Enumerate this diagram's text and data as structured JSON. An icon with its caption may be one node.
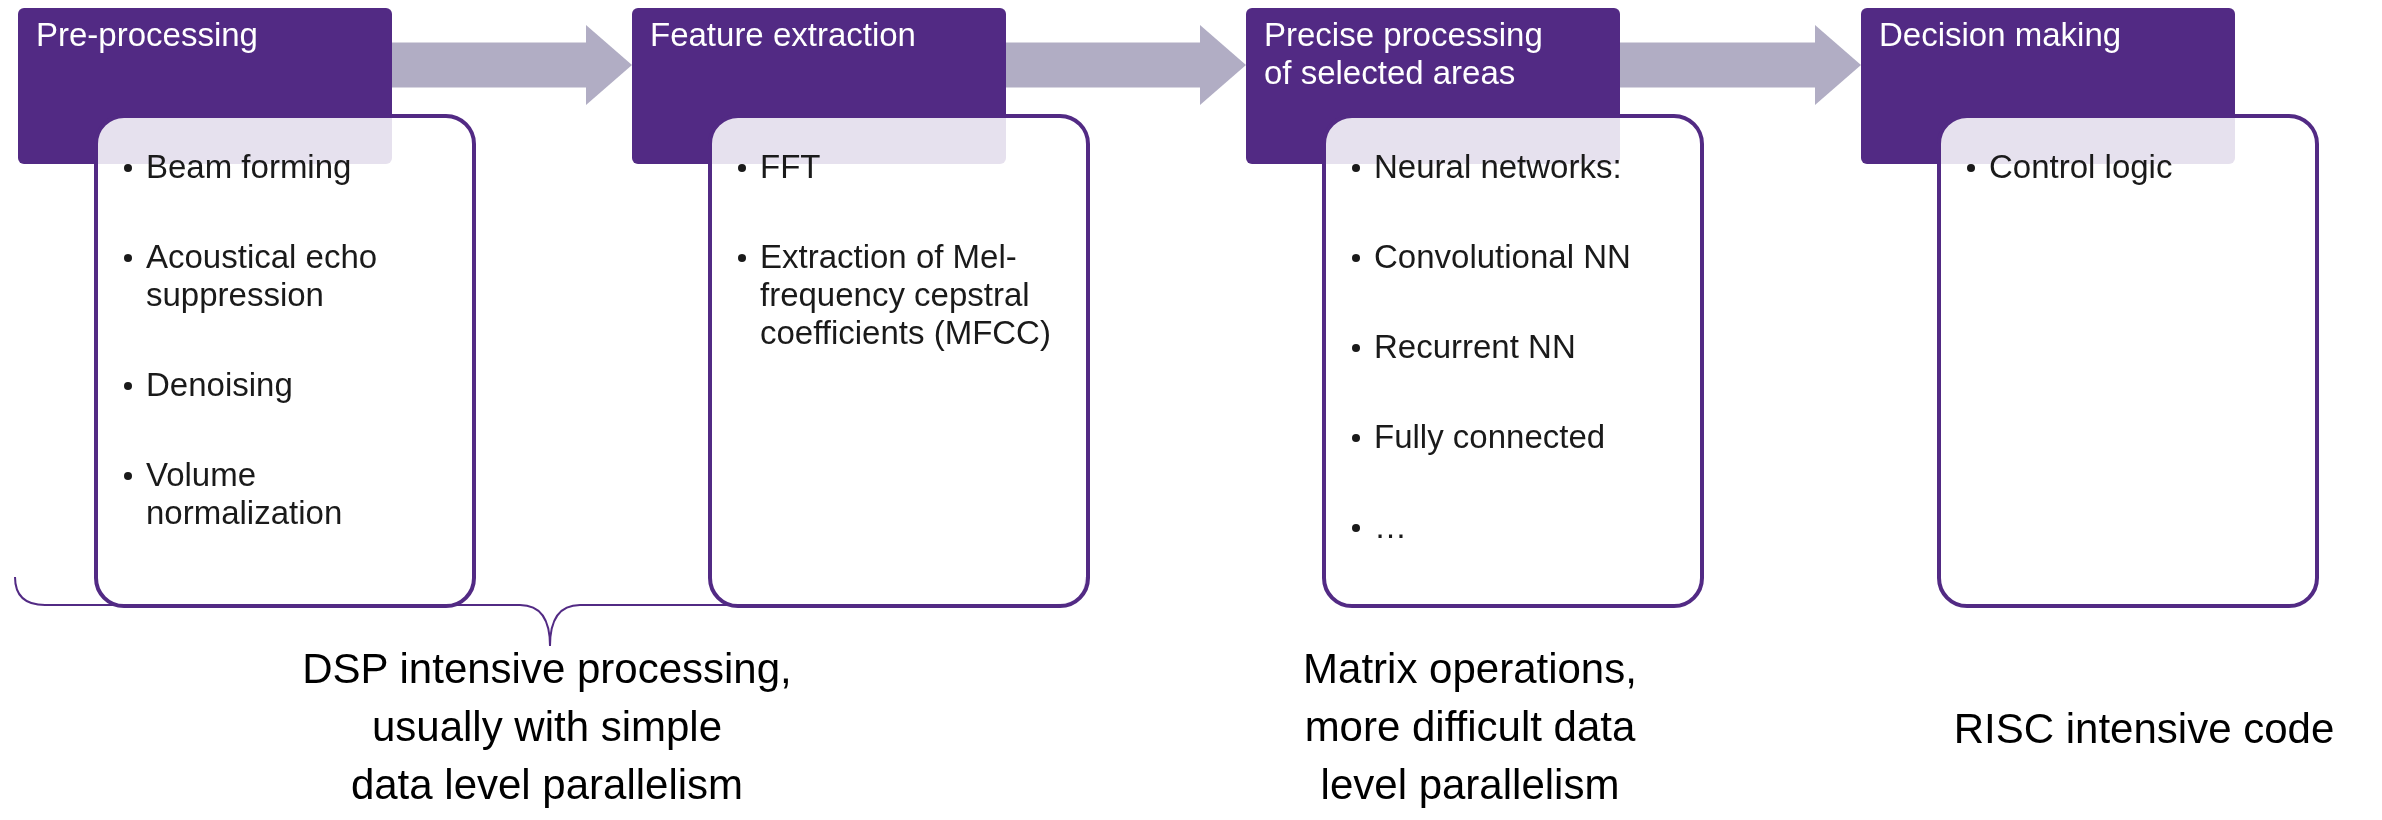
{
  "diagram": {
    "nodes": [
      {
        "text": [
          "Pre-processing"
        ]
      },
      {
        "text": [
          "Beam forming",
          "Acoustical echo suppression",
          "Denoising",
          "Volume normalization"
        ]
      },
      {
        "text": [
          "Feature extraction"
        ]
      },
      {
        "text": [
          "FFT",
          "Extraction of Mel-frequency cepstral coefficients (MFCC)"
        ]
      },
      {
        "text": [
          "Precise processing of selected areas"
        ]
      },
      {
        "text": [
          "Neural networks:",
          "Convolutional NN",
          "Recurrent NN",
          "Fully connected",
          "…"
        ]
      },
      {
        "text": [
          "Decision making"
        ]
      },
      {
        "text": [
          "Control logic"
        ]
      }
    ],
    "edges": [
      {
        "from": 0,
        "to": 2,
        "arrow": "to"
      },
      {
        "from": 2,
        "to": 4,
        "arrow": "to"
      },
      {
        "from": 4,
        "to": 6,
        "arrow": "to"
      }
    ],
    "labels": [
      "DSP intensive processing, usually with simple data level parallelism",
      "Matrix operations, more difficult data level parallelism",
      "RISC intensive code"
    ]
  }
}
